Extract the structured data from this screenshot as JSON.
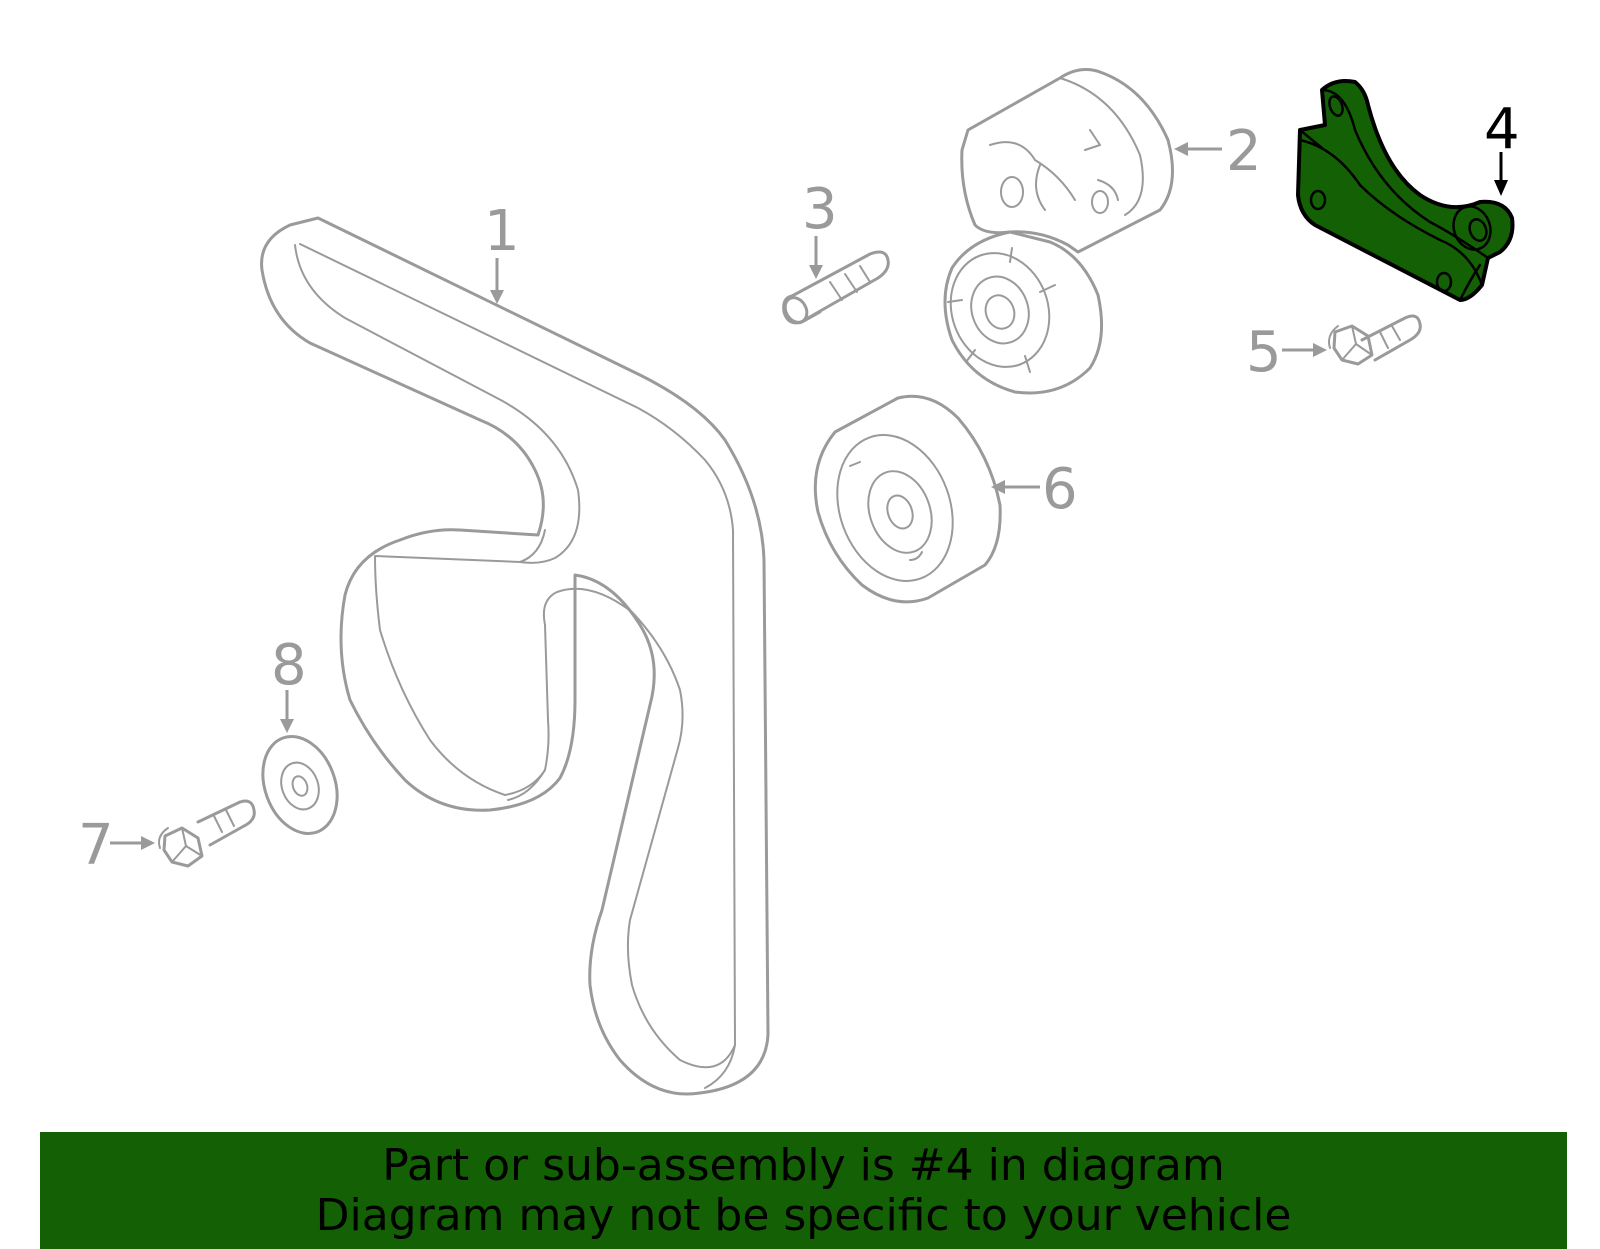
{
  "callouts": {
    "c1": "1",
    "c2": "2",
    "c3": "3",
    "c4": "4",
    "c5": "5",
    "c6": "6",
    "c7": "7",
    "c8": "8"
  },
  "highlight": {
    "part_number": "4",
    "fill_color": "#146105"
  },
  "banner": {
    "line1": "Part or sub-assembly is #4 in diagram",
    "line2": "Diagram may not be specific to your vehicle",
    "background_color": "#146105"
  }
}
